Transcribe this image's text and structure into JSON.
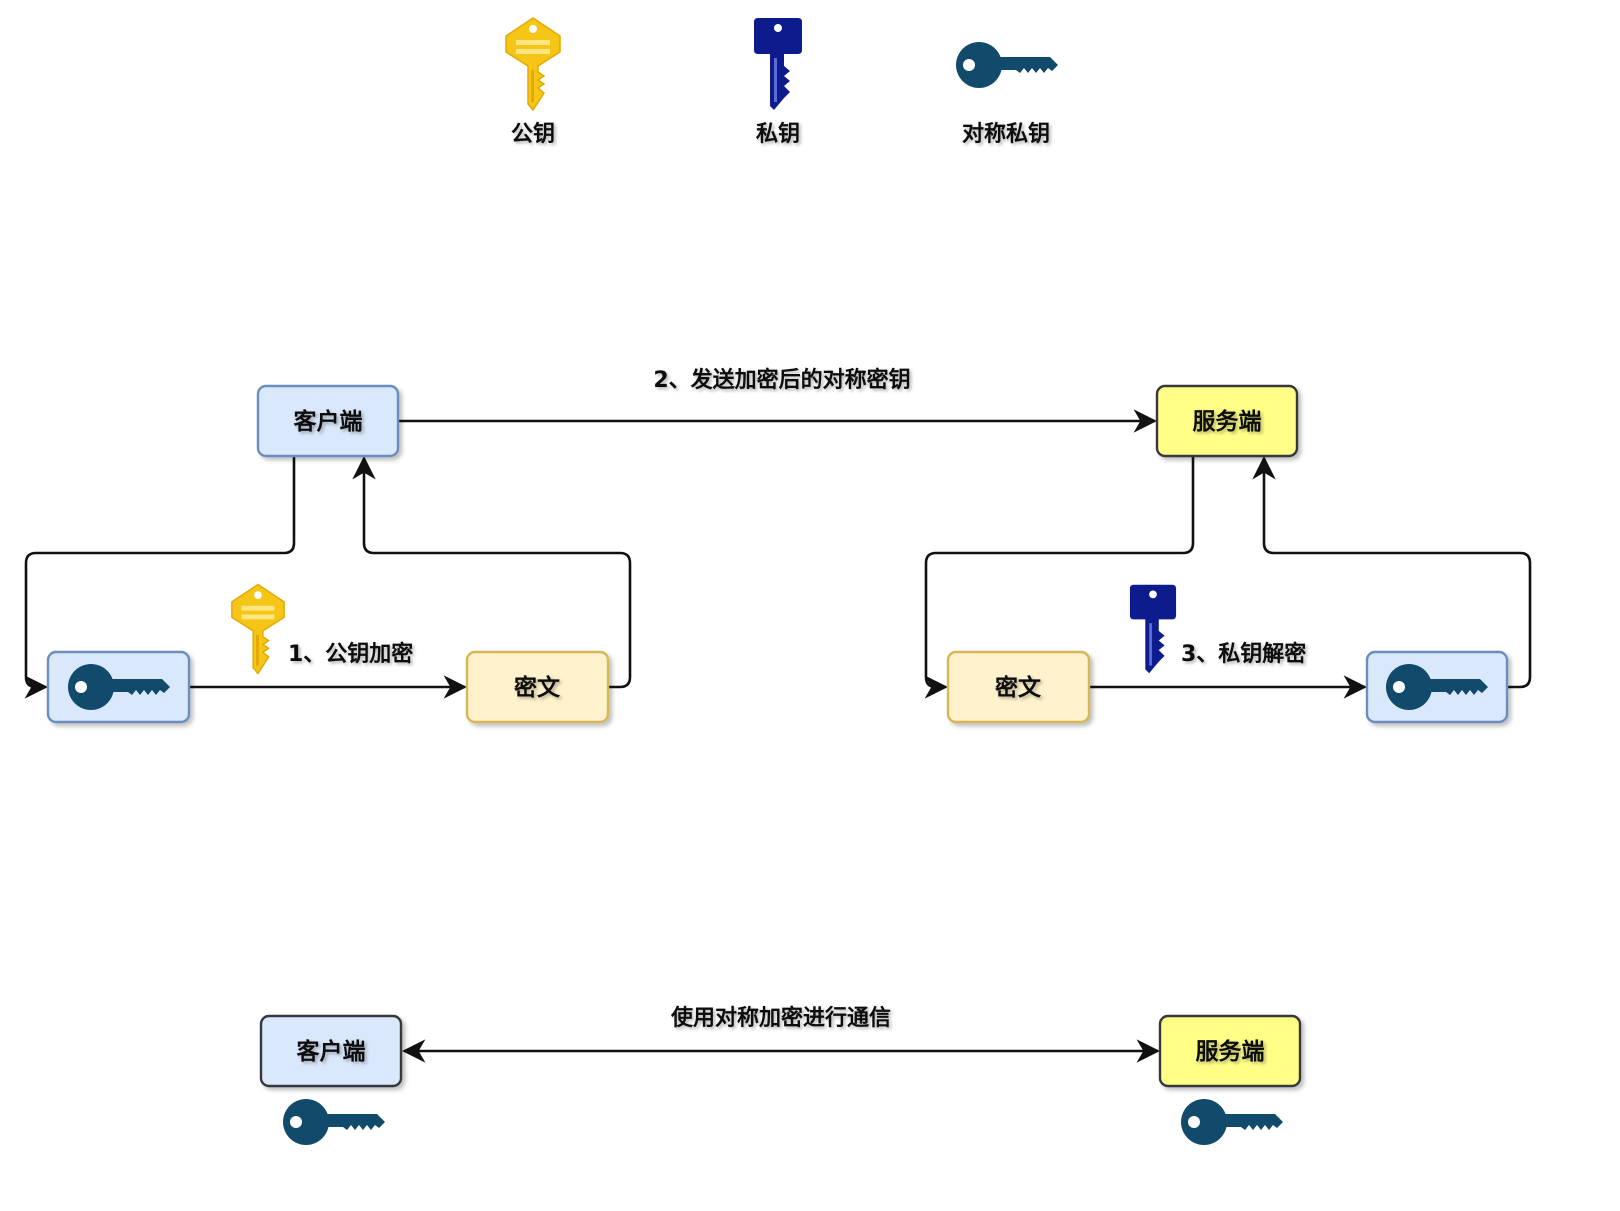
{
  "legend": {
    "public_key": "公钥",
    "private_key": "私钥",
    "symmetric_key": "对称私钥"
  },
  "exchange": {
    "client": "客户端",
    "server": "服务端",
    "send_label": "2、发送加密后的对称密钥",
    "encrypt_label": "1、公钥加密",
    "decrypt_label": "3、私钥解密",
    "ciphertext_client": "密文",
    "ciphertext_server": "密文"
  },
  "communication": {
    "client": "客户端",
    "server": "服务端",
    "label": "使用对称加密进行通信"
  },
  "colors": {
    "public_key": "#F5C518",
    "private_key": "#0D1B8C",
    "symmetric_key": "#114A6B",
    "client_fill": "#DAE8FC",
    "client_stroke": "#6C8EBF",
    "server_fill": "#FFFF88",
    "server_stroke": "#36393D",
    "cipher_fill": "#FFF2CC",
    "cipher_stroke": "#D6B656"
  }
}
